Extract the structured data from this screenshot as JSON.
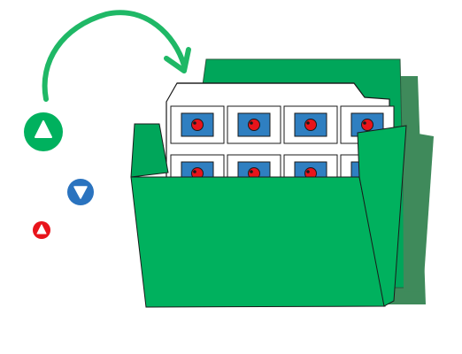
{
  "illustration": {
    "colors": {
      "folder_front": "#00b15e",
      "folder_back": "#00a65a",
      "folder_shadow": "#3f8a5b",
      "paper": "#ffffff",
      "card_face": "#2f7fc1",
      "dot": "#e8141b",
      "arrow": "#1fb866",
      "stroke": "#1a1a1a"
    },
    "icons": [
      {
        "name": "upload-circle-icon",
        "color": "#00b15e",
        "direction": "up"
      },
      {
        "name": "download-circle-icon",
        "color": "#2a73bf",
        "direction": "down"
      },
      {
        "name": "small-red-circle-icon",
        "color": "#e8141b",
        "direction": "up"
      }
    ],
    "arrow_icon": "curved-arrow-icon",
    "folder_icon": "folder-icon",
    "card_rows": 2,
    "card_cols": 4
  }
}
